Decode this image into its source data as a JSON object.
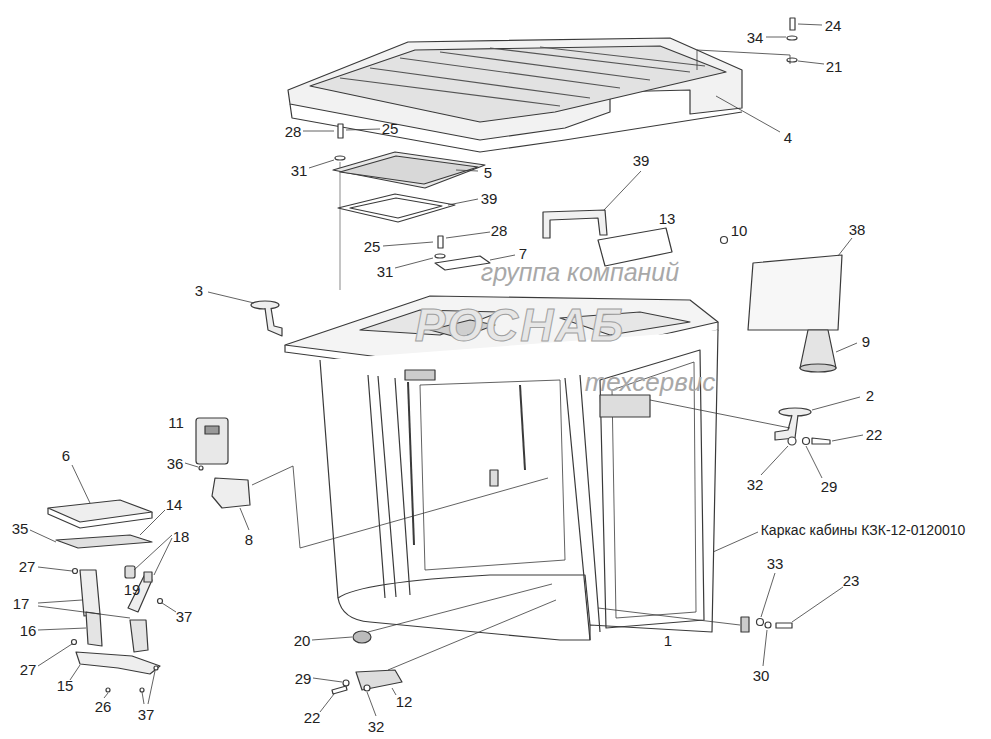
{
  "diagram": {
    "labels": [
      "24",
      "34",
      "21",
      "4",
      "28",
      "25",
      "31",
      "5",
      "39",
      "39",
      "13",
      "10",
      "38",
      "25",
      "28",
      "7",
      "31",
      "группа компаний",
      "3",
      "РОСНАБ",
      "техсервис",
      "9",
      "2",
      "22",
      "11",
      "36",
      "6",
      "32",
      "29",
      "14",
      "35",
      "18",
      "8",
      "Каркас кабины КЗК-12-0120010",
      "27",
      "33",
      "19",
      "23",
      "17",
      "37",
      "16",
      "20",
      "1",
      "27",
      "30",
      "29",
      "15",
      "26",
      "37",
      "12",
      "22",
      "32"
    ]
  }
}
